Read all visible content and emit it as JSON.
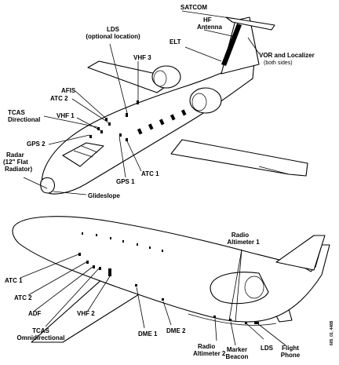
{
  "upper_view": {
    "labels": {
      "satcom": "SATCOM",
      "hf_antenna": [
        "HF",
        "Antenna"
      ],
      "lds_optional": [
        "LDS",
        "(optional location)"
      ],
      "elt": "ELT",
      "vhf3": "VHF 3",
      "vor_localizer": [
        "VOR and Localizer",
        "(both sides)"
      ],
      "afis": "AFIS",
      "atc2": "ATC 2",
      "tcas_directional": [
        "TCAS",
        "Directional"
      ],
      "vhf1": "VHF 1",
      "gps2": "GPS 2",
      "radar": [
        "Radar",
        "(12\" Flat",
        "Radiator)"
      ],
      "gps1": "GPS 1",
      "atc1": "ATC 1",
      "glideslope": "Glideslope"
    }
  },
  "lower_view": {
    "labels": {
      "radio_altimeter_1": [
        "Radio",
        "Altimeter 1"
      ],
      "atc1": "ATC 1",
      "atc2": "ATC 2",
      "adf": "ADF",
      "vhf2": "VHF 2",
      "tcas_omni": [
        "TCAS",
        "Omnidirectional"
      ],
      "dme1": "DME 1",
      "dme2": "DME 2",
      "radio_altimeter_2": [
        "Radio",
        "Altimeter 2"
      ],
      "marker_beacon": [
        "Marker",
        "Beacon"
      ],
      "lds": "LDS",
      "flight_phone": [
        "Flight",
        "Phone"
      ]
    }
  },
  "figure_id": "605_01_448B"
}
